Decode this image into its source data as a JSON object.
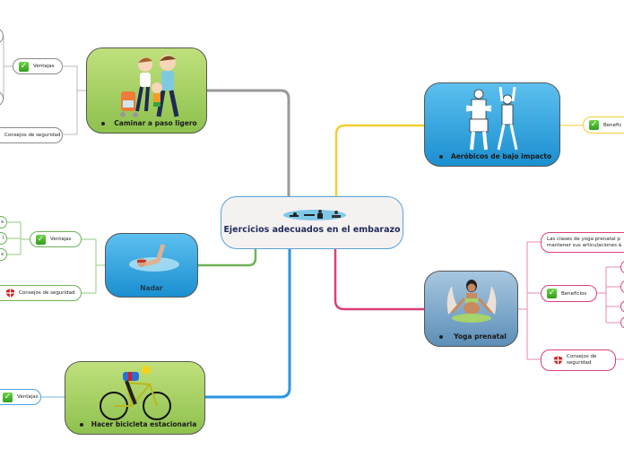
{
  "central": {
    "title": "Ejercicios adecuados en el embarazo",
    "image": "exercise-figures-icon"
  },
  "topics": [
    {
      "id": "caminar",
      "label": "Caminar a paso ligero",
      "image": "family-walking-illustration",
      "color": "#8ec14e",
      "line_color": "#9a9a9a"
    },
    {
      "id": "nadar",
      "label": "Nadar",
      "image": "swimmer-photo",
      "color": "#1b8fd0",
      "line_color": "#6db357"
    },
    {
      "id": "bicicleta",
      "label": "Hacer bicicleta estacionaria",
      "image": "cyclist-illustration",
      "color": "#8ec14e",
      "line_color": "#2b95e0"
    },
    {
      "id": "aerobicos",
      "label": "Aeróbicos de bajo impacto",
      "image": "aerobics-figures-illustration",
      "color": "#1b8fd0",
      "line_color": "#f2cf2e"
    },
    {
      "id": "yoga",
      "label": "Yoga prenatal",
      "image": "prenatal-yoga-illustration",
      "color": "#5d8fb8",
      "line_color": "#dc3f7b"
    }
  ],
  "subtopics": {
    "caminar_ventajas": "Ventajas",
    "caminar_consejos": "Consejos de seguridad",
    "nadar_ventajas": "Ventajas",
    "nadar_consejos": "Consejos de seguridad",
    "nadar_leaf1": "s",
    "nadar_leaf2": "l",
    "nadar_leaf3": "s",
    "bicicleta_ventajas": "Ventajas",
    "aerobicos_beneficios": "Benefic",
    "yoga_text_line1": "Las clases de yoga prenatal p",
    "yoga_text_line2": "mantener sus articulaciones á",
    "yoga_beneficios": "Beneficios",
    "yoga_consejos_line1": "Consejos de",
    "yoga_consejos_line2": "seguridad"
  },
  "colors": {
    "grey_branch": "#9a9a9a",
    "green_branch": "#6db357",
    "blue_branch": "#2b95e0",
    "yellow_branch": "#f2cf2e",
    "pink_branch": "#dc3f7b",
    "central_border": "#5aa3d8"
  }
}
